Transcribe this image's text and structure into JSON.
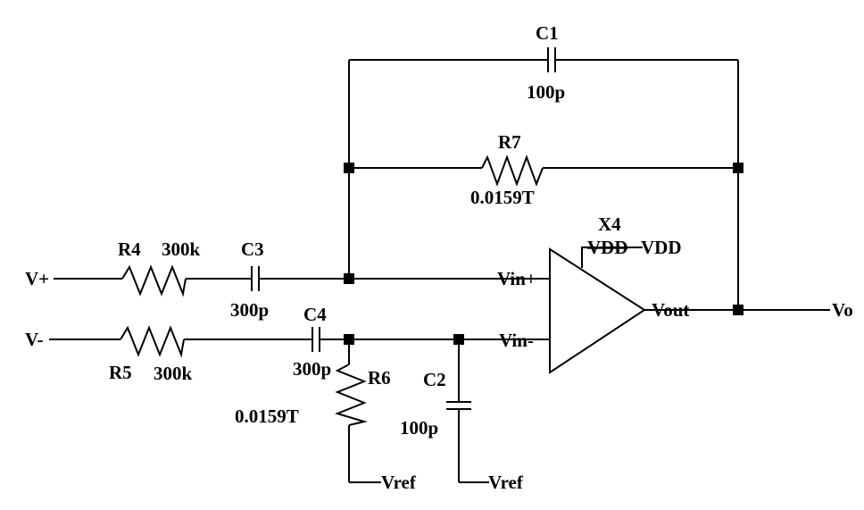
{
  "schematic": {
    "components": {
      "c1": {
        "name": "C1",
        "value": "100p"
      },
      "r7": {
        "name": "R7",
        "value": "0.0159T"
      },
      "r4": {
        "name": "R4",
        "value": "300k"
      },
      "c3": {
        "name": "C3",
        "value": "300p"
      },
      "r5": {
        "name": "R5",
        "value": "300k"
      },
      "c4": {
        "name": "C4",
        "value": "300p"
      },
      "r6": {
        "name": "R6",
        "value": "0.0159T"
      },
      "c2": {
        "name": "C2",
        "value": "100p"
      },
      "x4": {
        "name": "X4",
        "supply_pin": "VDD",
        "supply_net": "VDD"
      }
    },
    "pins": {
      "vin_plus": "Vin+",
      "vin_minus": "Vin-",
      "vout": "Vout"
    },
    "nets": {
      "v_plus": "V+",
      "v_minus": "V-",
      "vo": "Vo",
      "vref_r6": "Vref",
      "vref_c2": "Vref"
    }
  }
}
